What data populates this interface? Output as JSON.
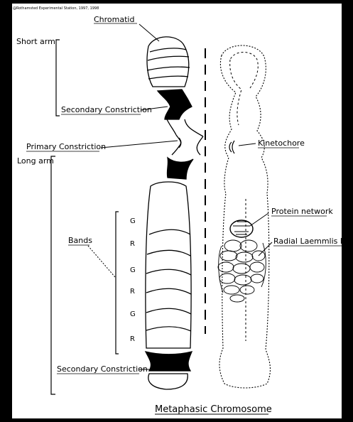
{
  "copyright": "@Rothamsted Experimental Station, 1997, 1998",
  "title": "Metaphasic Chromosome",
  "labels": {
    "chromatid": "Chromatid",
    "short_arm": "Short arm",
    "long_arm": "Long arm",
    "secondary_constriction_top": "Secondary Constriction",
    "primary_constriction": "Primary Constriction",
    "kinetochore": "Kinetochore",
    "bands": "Bands",
    "protein_network": "Protein network",
    "radial_loop": "Radial Laemmlis loop",
    "secondary_constriction_bottom": "Secondary Constriction"
  },
  "band_letters": [
    "G",
    "R",
    "G",
    "R",
    "G",
    "R"
  ],
  "colors": {
    "frame": "#000000",
    "panel": "#ffffff",
    "ink": "#000000"
  }
}
